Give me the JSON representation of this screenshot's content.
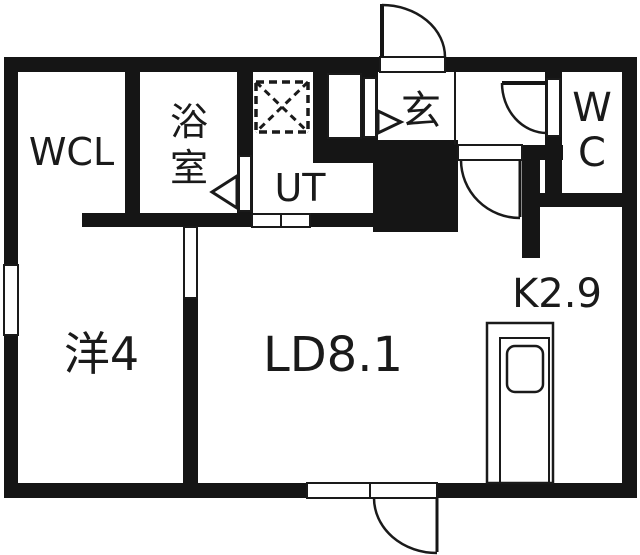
{
  "colors": {
    "wall": "#151515",
    "floor": "#ffffff",
    "line": "#1a1a1a"
  },
  "rooms": {
    "wcl": {
      "label": "WCL"
    },
    "bathroom": {
      "label": "浴室",
      "line1": "浴",
      "line2": "室"
    },
    "utility": {
      "label": "UT"
    },
    "entrance": {
      "label": "玄"
    },
    "toilet": {
      "label": "WC",
      "line1": "W",
      "line2": "C"
    },
    "bedroom": {
      "label": "洋4"
    },
    "living_dining": {
      "label": "LD8.1"
    },
    "kitchen": {
      "label": "K2.9"
    }
  },
  "symbols": {
    "washer_pan": "washing-machine-pan",
    "vanity_counter": "wash-basin-counter",
    "shoe_cabinet": "shoe-cabinet",
    "kitchen_counter": "kitchen-counter-with-sink",
    "swing_door": "door-swing-arc",
    "window": "window-opening"
  }
}
